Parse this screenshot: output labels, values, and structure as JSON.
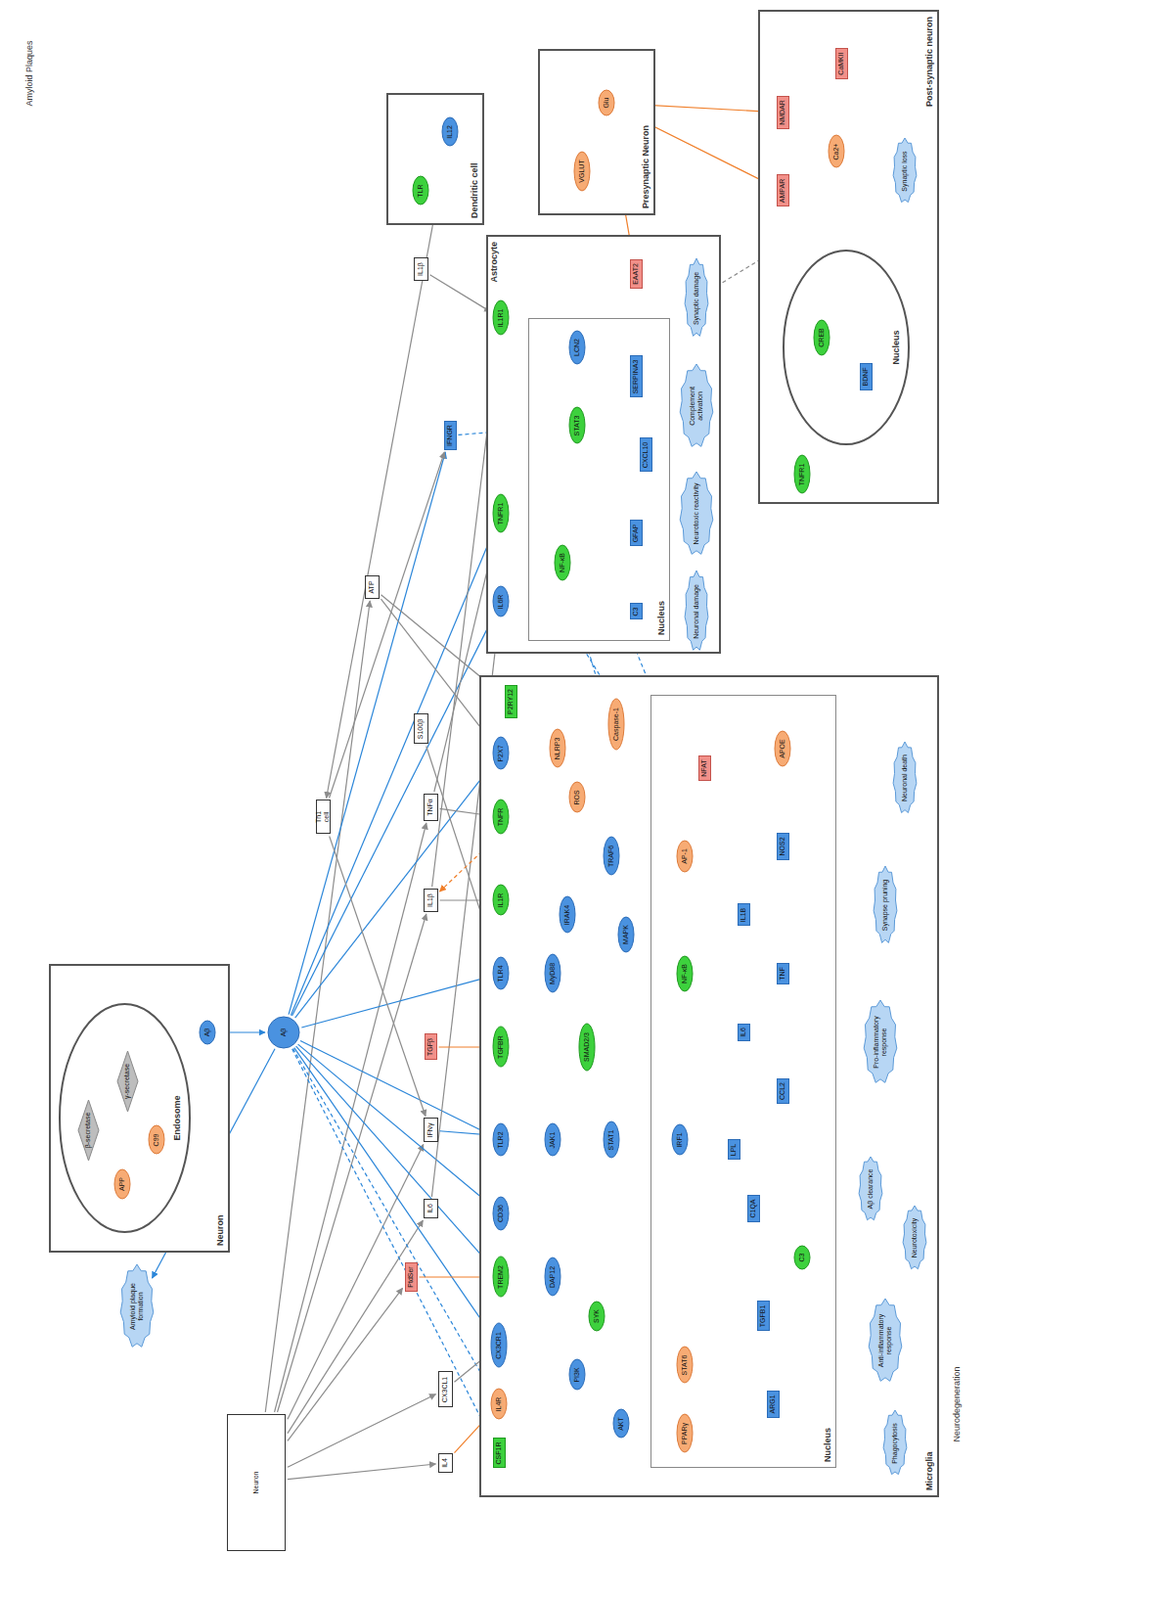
{
  "diagram": {
    "nodes": [
      {
        "text": [
          "Neuron"
        ]
      },
      {
        "text": [
          "Endosome"
        ],
        "in": 0
      },
      {
        "text": [
          "APP"
        ],
        "in": 1
      },
      {
        "text": [
          "β-secretase"
        ],
        "in": 1
      },
      {
        "text": [
          "γ-secretase"
        ],
        "in": 1
      },
      {
        "text": [
          "C99"
        ],
        "in": 1
      },
      {
        "text": [
          "Aβ"
        ],
        "in": 0
      },
      {
        "text": [
          "Amyloid plaque formation"
        ]
      },
      {
        "text": [
          "Aβ"
        ]
      },
      {
        "text": [
          "Neuron"
        ]
      },
      {
        "text": [
          "IL4"
        ]
      },
      {
        "text": [
          "CX3CL1"
        ]
      },
      {
        "text": [
          "PtdSer"
        ]
      },
      {
        "text": [
          "IL6"
        ]
      },
      {
        "text": [
          "IFNγ"
        ]
      },
      {
        "text": [
          "TGFβ"
        ]
      },
      {
        "text": [
          "IL1β"
        ]
      },
      {
        "text": [
          "TNFα"
        ]
      },
      {
        "text": [
          "Th1 cell"
        ]
      },
      {
        "text": [
          "S100β"
        ]
      },
      {
        "text": [
          "ATP"
        ]
      },
      {
        "text": [
          "Microglia"
        ]
      },
      {
        "text": [
          "Nucleus"
        ],
        "in": 21
      },
      {
        "text": [
          "CSF1R"
        ],
        "in": 21
      },
      {
        "text": [
          "IL4R"
        ],
        "in": 21
      },
      {
        "text": [
          "CX3CR1"
        ],
        "in": 21
      },
      {
        "text": [
          "TREM2"
        ],
        "in": 21
      },
      {
        "text": [
          "CD36"
        ],
        "in": 21
      },
      {
        "text": [
          "TLR2"
        ],
        "in": 21
      },
      {
        "text": [
          "TGFBR"
        ],
        "in": 21
      },
      {
        "text": [
          "TLR4"
        ],
        "in": 21
      },
      {
        "text": [
          "IL1R"
        ],
        "in": 21
      },
      {
        "text": [
          "TNFR"
        ],
        "in": 21
      },
      {
        "text": [
          "P2X7"
        ],
        "in": 21
      },
      {
        "text": [
          "P2RY12"
        ],
        "in": 21
      },
      {
        "text": [
          "DAP12"
        ],
        "in": 21
      },
      {
        "text": [
          "SYK"
        ],
        "in": 21
      },
      {
        "text": [
          "PI3K"
        ],
        "in": 21
      },
      {
        "text": [
          "AKT"
        ],
        "in": 21
      },
      {
        "text": [
          "MyD88"
        ],
        "in": 21
      },
      {
        "text": [
          "IRAK4"
        ],
        "in": 21
      },
      {
        "text": [
          "TRAF6"
        ],
        "in": 21
      },
      {
        "text": [
          "JAK1"
        ],
        "in": 21
      },
      {
        "text": [
          "STAT1"
        ],
        "in": 21
      },
      {
        "text": [
          "SMAD2/3"
        ],
        "in": 21
      },
      {
        "text": [
          "NLRP3"
        ],
        "in": 21
      },
      {
        "text": [
          "Caspase-1"
        ],
        "in": 21
      },
      {
        "text": [
          "ROS"
        ],
        "in": 21
      },
      {
        "text": [
          "MAPK"
        ],
        "in": 21
      },
      {
        "text": [
          "PPARγ"
        ],
        "in": 22
      },
      {
        "text": [
          "STAT6"
        ],
        "in": 22
      },
      {
        "text": [
          "IRF1"
        ],
        "in": 22
      },
      {
        "text": [
          "NF-κB"
        ],
        "in": 22
      },
      {
        "text": [
          "AP-1"
        ],
        "in": 22
      },
      {
        "text": [
          "NFAT"
        ],
        "in": 22
      },
      {
        "text": [
          "IL1B"
        ],
        "in": 22
      },
      {
        "text": [
          "TNF"
        ],
        "in": 22
      },
      {
        "text": [
          "IL6"
        ],
        "in": 22
      },
      {
        "text": [
          "CCL2"
        ],
        "in": 22
      },
      {
        "text": [
          "NOS2"
        ],
        "in": 22
      },
      {
        "text": [
          "ARG1"
        ],
        "in": 22
      },
      {
        "text": [
          "TGFB1"
        ],
        "in": 22
      },
      {
        "text": [
          "C1QA"
        ],
        "in": 22
      },
      {
        "text": [
          "C3"
        ],
        "in": 22
      },
      {
        "text": [
          "APOE"
        ],
        "in": 22
      },
      {
        "text": [
          "LPL"
        ],
        "in": 22
      },
      {
        "text": [
          "Phagocytosis"
        ],
        "in": 21
      },
      {
        "text": [
          "Anti-inflammatory response"
        ],
        "in": 21
      },
      {
        "text": [
          "Aβ clearance"
        ],
        "in": 21
      },
      {
        "text": [
          "Neurotoxicity"
        ],
        "in": 21
      },
      {
        "text": [
          "Pro-inflammatory response"
        ],
        "in": 21
      },
      {
        "text": [
          "Synapse pruning"
        ],
        "in": 21
      },
      {
        "text": [
          "Neuronal death"
        ],
        "in": 21
      },
      {
        "text": [
          "Astrocyte"
        ]
      },
      {
        "text": [
          "Nucleus"
        ],
        "in": 73
      },
      {
        "text": [
          "IL6R"
        ],
        "in": 73
      },
      {
        "text": [
          "TNFR1"
        ],
        "in": 73
      },
      {
        "text": [
          "IL1R1"
        ],
        "in": 73
      },
      {
        "text": [
          "IFNGR"
        ]
      },
      {
        "text": [
          "NF-κB"
        ],
        "in": 74
      },
      {
        "text": [
          "STAT3"
        ],
        "in": 74
      },
      {
        "text": [
          "C3"
        ],
        "in": 74
      },
      {
        "text": [
          "GFAP"
        ],
        "in": 74
      },
      {
        "text": [
          "CXCL10"
        ],
        "in": 74
      },
      {
        "text": [
          "SERPINA3"
        ],
        "in": 74
      },
      {
        "text": [
          "LCN2"
        ],
        "in": 74
      },
      {
        "text": [
          "EAAT2"
        ],
        "in": 73
      },
      {
        "text": [
          "Neuronal damage"
        ],
        "in": 73
      },
      {
        "text": [
          "Neurotoxic reactivity"
        ],
        "in": 73
      },
      {
        "text": [
          "Complement activation"
        ],
        "in": 73
      },
      {
        "text": [
          "Synaptic damage"
        ],
        "in": 73
      },
      {
        "text": [
          "Presynaptic Neuron"
        ]
      },
      {
        "text": [
          "VGLUT"
        ],
        "in": 91
      },
      {
        "text": [
          "Glu"
        ],
        "in": 91
      },
      {
        "text": [
          "Post-synaptic neuron"
        ]
      },
      {
        "text": [
          "Nucleus"
        ],
        "in": 94
      },
      {
        "text": [
          "CREB"
        ],
        "in": 95
      },
      {
        "text": [
          "BDNF"
        ],
        "in": 95
      },
      {
        "text": [
          "AMPAR"
        ],
        "in": 94
      },
      {
        "text": [
          "NMDAR"
        ],
        "in": 94
      },
      {
        "text": [
          "Ca2+"
        ],
        "in": 94
      },
      {
        "text": [
          "CaMKII"
        ],
        "in": 94
      },
      {
        "text": [
          "TNFR1"
        ],
        "in": 94
      },
      {
        "text": [
          "Synaptic loss"
        ],
        "in": 94
      },
      {
        "text": [
          "Dendritic cell"
        ]
      },
      {
        "text": [
          "TLR"
        ],
        "in": 104
      },
      {
        "text": [
          "IL12"
        ],
        "in": 104
      },
      {
        "text": [
          "IL1β"
        ]
      }
    ],
    "edges": [
      {
        "from": 3,
        "to": 2,
        "arrow": "to"
      },
      {
        "from": 2,
        "to": 5,
        "arrow": "to"
      },
      {
        "from": 4,
        "to": 5,
        "arrow": "to"
      },
      {
        "from": 5,
        "to": 6,
        "arrow": "to"
      },
      {
        "from": 6,
        "to": 8,
        "arrow": "to"
      },
      {
        "from": 8,
        "to": 7,
        "arrow": "to"
      },
      {
        "from": 9,
        "to": 10,
        "arrow": "to"
      },
      {
        "from": 9,
        "to": 11,
        "arrow": "to"
      },
      {
        "from": 9,
        "to": 12,
        "arrow": "to"
      },
      {
        "from": 9,
        "to": 13,
        "arrow": "to"
      },
      {
        "from": 9,
        "to": 14,
        "arrow": "to"
      },
      {
        "from": 9,
        "to": 16,
        "arrow": "to"
      },
      {
        "from": 9,
        "to": 17,
        "arrow": "to"
      },
      {
        "from": 9,
        "to": 20,
        "arrow": "to"
      },
      {
        "from": 8,
        "to": 25,
        "arrow": "to"
      },
      {
        "from": 8,
        "to": 26,
        "arrow": "to"
      },
      {
        "from": 8,
        "to": 27,
        "arrow": "to"
      },
      {
        "from": 8,
        "to": 28,
        "arrow": "to"
      },
      {
        "from": 8,
        "to": 30,
        "arrow": "to"
      },
      {
        "from": 8,
        "to": 33,
        "arrow": "to"
      },
      {
        "from": 8,
        "to": 23,
        "arrow": "to"
      },
      {
        "from": 8,
        "to": 24,
        "arrow": "to"
      },
      {
        "from": 8,
        "to": 75,
        "arrow": "to"
      },
      {
        "from": 8,
        "to": 76,
        "arrow": "to"
      },
      {
        "from": 8,
        "to": 78,
        "arrow": "to"
      },
      {
        "from": 10,
        "to": 24,
        "arrow": "to"
      },
      {
        "from": 11,
        "to": 25,
        "arrow": "to"
      },
      {
        "from": 12,
        "to": 26,
        "arrow": "to"
      },
      {
        "from": 13,
        "to": 75,
        "arrow": "to"
      },
      {
        "from": 14,
        "to": 42,
        "arrow": "to"
      },
      {
        "from": 15,
        "to": 29,
        "arrow": "to"
      },
      {
        "from": 16,
        "to": 31,
        "arrow": "to"
      },
      {
        "from": 16,
        "to": 77,
        "arrow": "to"
      },
      {
        "from": 17,
        "to": 32,
        "arrow": "to"
      },
      {
        "from": 17,
        "to": 76,
        "arrow": "to"
      },
      {
        "from": 20,
        "to": 33,
        "arrow": "to"
      },
      {
        "from": 20,
        "to": 34,
        "arrow": "to"
      },
      {
        "from": 19,
        "to": 30,
        "arrow": "to"
      },
      {
        "from": 18,
        "to": 14,
        "arrow": "to"
      },
      {
        "from": 18,
        "to": 78,
        "arrow": "to"
      },
      {
        "from": 26,
        "to": 35,
        "arrow": "to"
      },
      {
        "from": 35,
        "to": 36,
        "arrow": "to"
      },
      {
        "from": 36,
        "to": 37,
        "arrow": "to"
      },
      {
        "from": 37,
        "to": 38,
        "arrow": "to"
      },
      {
        "from": 23,
        "to": 37,
        "arrow": "to"
      },
      {
        "from": 24,
        "to": 50,
        "arrow": "to"
      },
      {
        "from": 25,
        "to": 37,
        "arrow": "to"
      },
      {
        "from": 27,
        "to": 36,
        "arrow": "to"
      },
      {
        "from": 28,
        "to": 39,
        "arrow": "to"
      },
      {
        "from": 30,
        "to": 39,
        "arrow": "to"
      },
      {
        "from": 31,
        "to": 39,
        "arrow": "to"
      },
      {
        "from": 39,
        "to": 40,
        "arrow": "to"
      },
      {
        "from": 40,
        "to": 41,
        "arrow": "to"
      },
      {
        "from": 41,
        "to": 52,
        "arrow": "to"
      },
      {
        "from": 32,
        "to": 41,
        "arrow": "to"
      },
      {
        "from": 42,
        "to": 43,
        "arrow": "to"
      },
      {
        "from": 43,
        "to": 51,
        "arrow": "to"
      },
      {
        "from": 29,
        "to": 44,
        "arrow": "to"
      },
      {
        "from": 44,
        "to": 61,
        "arrow": "to"
      },
      {
        "from": 33,
        "to": 45,
        "arrow": "to"
      },
      {
        "from": 45,
        "to": 46,
        "arrow": "to"
      },
      {
        "from": 46,
        "to": 16,
        "arrow": "to"
      },
      {
        "from": 47,
        "to": 45,
        "arrow": "to"
      },
      {
        "from": 34,
        "to": 47,
        "arrow": "to"
      },
      {
        "from": 41,
        "to": 48,
        "arrow": "to"
      },
      {
        "from": 48,
        "to": 53,
        "arrow": "to"
      },
      {
        "from": 38,
        "to": 49,
        "arrow": "to"
      },
      {
        "from": 50,
        "to": 49,
        "arrow": "to"
      },
      {
        "from": 49,
        "to": 60,
        "arrow": "to"
      },
      {
        "from": 50,
        "to": 60,
        "arrow": "to"
      },
      {
        "from": 52,
        "to": 55,
        "arrow": "to"
      },
      {
        "from": 52,
        "to": 56,
        "arrow": "to"
      },
      {
        "from": 52,
        "to": 57,
        "arrow": "to"
      },
      {
        "from": 52,
        "to": 58,
        "arrow": "to"
      },
      {
        "from": 52,
        "to": 59,
        "arrow": "to"
      },
      {
        "from": 51,
        "to": 58,
        "arrow": "to"
      },
      {
        "from": 51,
        "to": 59,
        "arrow": "to"
      },
      {
        "from": 53,
        "to": 55,
        "arrow": "to"
      },
      {
        "from": 54,
        "to": 56,
        "arrow": "to"
      },
      {
        "from": 43,
        "to": 62,
        "arrow": "to"
      },
      {
        "from": 43,
        "to": 63,
        "arrow": "to"
      },
      {
        "from": 49,
        "to": 65,
        "arrow": "to"
      },
      {
        "from": 60,
        "to": 67,
        "arrow": "to"
      },
      {
        "from": 61,
        "to": 67,
        "arrow": "to"
      },
      {
        "from": 64,
        "to": 71,
        "arrow": "to"
      },
      {
        "from": 65,
        "to": 66,
        "arrow": "to"
      },
      {
        "from": 66,
        "to": 68,
        "arrow": "to"
      },
      {
        "from": 62,
        "to": 71,
        "arrow": "to"
      },
      {
        "from": 63,
        "to": 71,
        "arrow": "to"
      },
      {
        "from": 55,
        "to": 70,
        "arrow": "to"
      },
      {
        "from": 56,
        "to": 70,
        "arrow": "to"
      },
      {
        "from": 57,
        "to": 70,
        "arrow": "to"
      },
      {
        "from": 58,
        "to": 70,
        "arrow": "to"
      },
      {
        "from": 59,
        "to": 69,
        "arrow": "to"
      },
      {
        "from": 69,
        "to": 72,
        "arrow": "to"
      },
      {
        "from": 70,
        "to": 72,
        "arrow": "to"
      },
      {
        "from": 62,
        "to": 79,
        "arrow": "to"
      },
      {
        "from": 55,
        "to": 77,
        "arrow": "to"
      },
      {
        "from": 56,
        "to": 76,
        "arrow": "to"
      },
      {
        "from": 77,
        "to": 79,
        "arrow": "to"
      },
      {
        "from": 76,
        "to": 79,
        "arrow": "to"
      },
      {
        "from": 75,
        "to": 80,
        "arrow": "to"
      },
      {
        "from": 78,
        "to": 80,
        "arrow": "to"
      },
      {
        "from": 79,
        "to": 81,
        "arrow": "to"
      },
      {
        "from": 79,
        "to": 82,
        "arrow": "to"
      },
      {
        "from": 79,
        "to": 83,
        "arrow": "to"
      },
      {
        "from": 80,
        "to": 84,
        "arrow": "to"
      },
      {
        "from": 80,
        "to": 85,
        "arrow": "to"
      },
      {
        "from": 81,
        "to": 89,
        "arrow": "to"
      },
      {
        "from": 82,
        "to": 88,
        "arrow": "to"
      },
      {
        "from": 83,
        "to": 88,
        "arrow": "to"
      },
      {
        "from": 84,
        "to": 88,
        "arrow": "to"
      },
      {
        "from": 85,
        "to": 87,
        "arrow": "to"
      },
      {
        "from": 88,
        "to": 87,
        "arrow": "to"
      },
      {
        "from": 89,
        "to": 90,
        "arrow": "to"
      },
      {
        "from": 92,
        "to": 93,
        "arrow": "to"
      },
      {
        "from": 93,
        "to": 98,
        "arrow": "to"
      },
      {
        "from": 93,
        "to": 99,
        "arrow": "to"
      },
      {
        "from": 93,
        "to": 86,
        "arrow": "to"
      },
      {
        "from": 98,
        "to": 100,
        "arrow": "to"
      },
      {
        "from": 99,
        "to": 100,
        "arrow": "to"
      },
      {
        "from": 100,
        "to": 101,
        "arrow": "to"
      },
      {
        "from": 101,
        "to": 96,
        "arrow": "to"
      },
      {
        "from": 96,
        "to": 97,
        "arrow": "to"
      },
      {
        "from": 97,
        "to": 103,
        "arrow": "to"
      },
      {
        "from": 102,
        "to": 100,
        "arrow": "to"
      },
      {
        "from": 90,
        "to": 103,
        "arrow": "to"
      },
      {
        "from": 105,
        "to": 106,
        "arrow": "to"
      },
      {
        "from": 106,
        "to": 18,
        "arrow": "to"
      },
      {
        "from": 107,
        "to": 77,
        "arrow": "to"
      }
    ],
    "labels": [
      "Amyloid Plaques",
      "Neurodegeneration"
    ]
  }
}
